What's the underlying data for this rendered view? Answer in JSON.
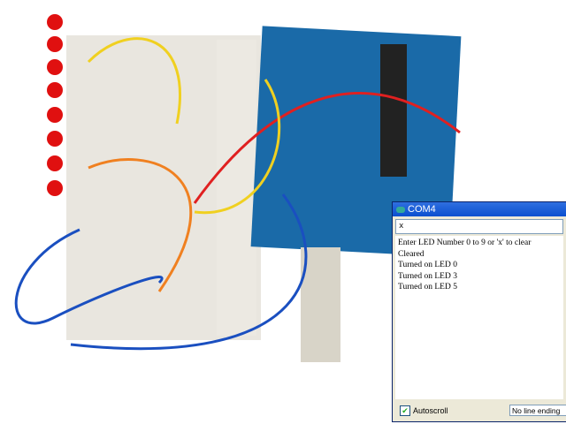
{
  "window": {
    "title": "COM4"
  },
  "input": {
    "value": "x"
  },
  "output": {
    "lines": [
      "Enter LED Number 0 to 9 or 'x' to clear",
      "Cleared",
      "Turned on LED 0",
      "Turned on LED 3",
      "Turned on LED 5"
    ]
  },
  "footer": {
    "autoscroll_label": "Autoscroll",
    "autoscroll_checked": true,
    "line_ending": "No line ending"
  },
  "colors": {
    "titlebar": "#0a4fd0",
    "arduino": "#1a6aa8",
    "led": "#e01010"
  }
}
